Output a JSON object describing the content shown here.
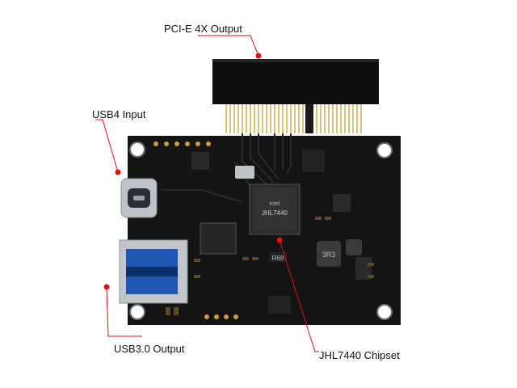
{
  "labels": {
    "pcie": "PCI-E 4X Output",
    "usb4": "USB4 Input",
    "usb3": "USB3.0 Output",
    "chipset": "JHL7440 Chipset"
  },
  "chip_marking": {
    "brand": "intel",
    "model": "JHL7440"
  },
  "components": {
    "resistor": "R68",
    "inductor": "3R3"
  },
  "colors": {
    "board": "#141414",
    "callout": "#e01010",
    "gold": "#c9a13b"
  }
}
